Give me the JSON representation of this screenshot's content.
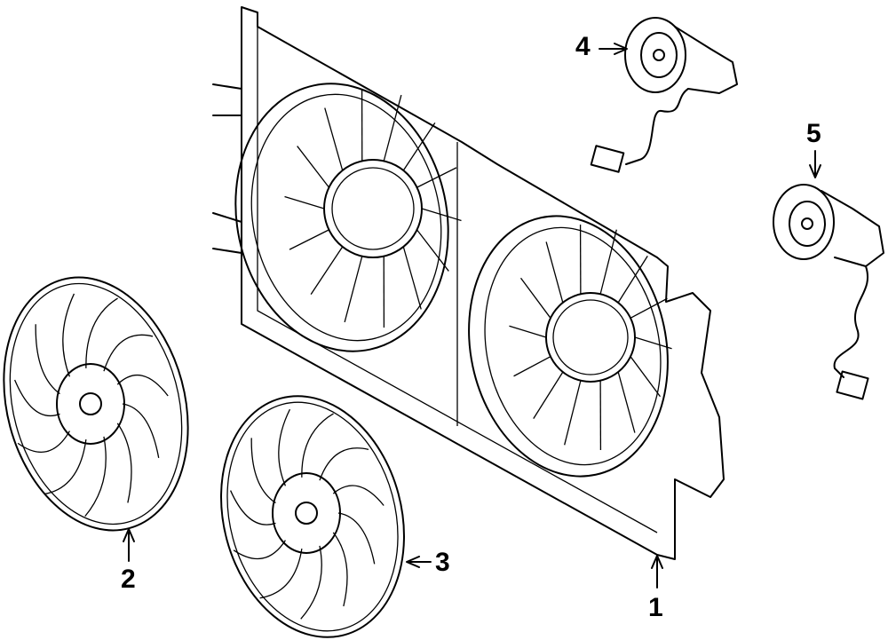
{
  "diagram": {
    "parts": [
      {
        "callout": "1",
        "part": "fan-shroud"
      },
      {
        "callout": "2",
        "part": "fan-blade-left"
      },
      {
        "callout": "3",
        "part": "fan-blade-right"
      },
      {
        "callout": "4",
        "part": "fan-motor-upper"
      },
      {
        "callout": "5",
        "part": "fan-motor-lower"
      }
    ],
    "line_color": "#000000",
    "background": "#ffffff"
  }
}
